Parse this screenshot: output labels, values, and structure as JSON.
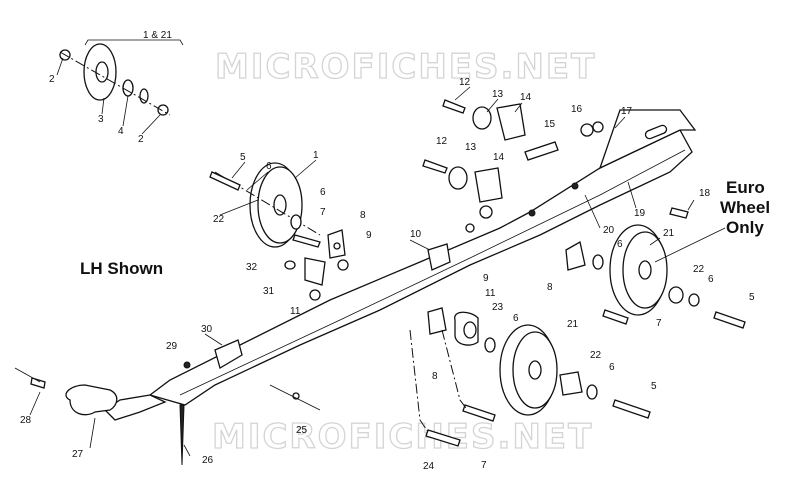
{
  "watermark": "MICROFICHES.NET",
  "annotations": {
    "lh_shown": "LH Shown",
    "euro_line1": "Euro",
    "euro_line2": "Wheel",
    "euro_line3": "Only",
    "detail_callout": "1 & 21"
  },
  "callouts": [
    "2",
    "3",
    "4",
    "2",
    "5",
    "6",
    "1",
    "6",
    "7",
    "22",
    "8",
    "9",
    "32",
    "31",
    "11",
    "10",
    "9",
    "11",
    "12",
    "13",
    "14",
    "12",
    "13",
    "14",
    "15",
    "16",
    "17",
    "18",
    "19",
    "20",
    "21",
    "6",
    "22",
    "6",
    "5",
    "7",
    "8",
    "23",
    "6",
    "21",
    "22",
    "6",
    "5",
    "7",
    "8",
    "24",
    "25",
    "26",
    "27",
    "28",
    "29",
    "30"
  ]
}
